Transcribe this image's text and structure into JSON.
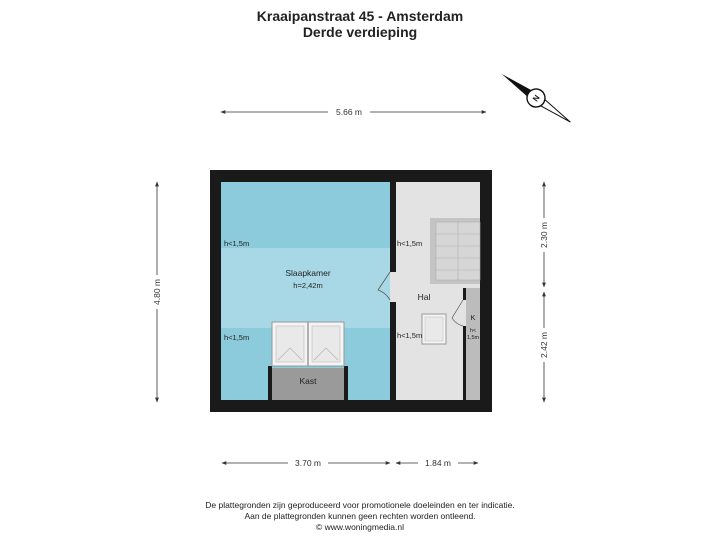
{
  "header": {
    "address": "Kraaipanstraat 45 - Amsterdam",
    "floor": "Derde verdieping"
  },
  "dimensions": {
    "top_width": "5.66 m",
    "left_height": "4.80 m",
    "right_upper": "2.30 m",
    "right_lower": "2.42 m",
    "bottom_left": "3.70 m",
    "bottom_right": "1.84 m"
  },
  "rooms": {
    "slaapkamer": {
      "name": "Slaapkamer",
      "height": "h=2,42m"
    },
    "hal": {
      "name": "Hal"
    },
    "kast": {
      "name": "Kast"
    },
    "k": {
      "name": "K",
      "height_1": "h<",
      "height_2": "1,5m"
    }
  },
  "height_notes": {
    "slaap_top": "h<1,5m",
    "slaap_bottom": "h<1,5m",
    "hal_top": "h<1,5m",
    "hal_bottom": "h<1,5m"
  },
  "compass": {
    "letter": "N"
  },
  "colors": {
    "wall": "#1a1a1a",
    "bedroom": "#a8d8e5",
    "bedroom_low": "#8ccbdc",
    "hal": "#e3e3e3",
    "kast": "#9a9a9a",
    "stair": "#c4c4c4"
  },
  "footer": {
    "line1": "De plattegronden zijn geproduceerd voor promotionele doeleinden en ter indicatie.",
    "line2": "Aan de plattegronden kunnen geen rechten worden ontleend.",
    "line3": "© www.woningmedia.nl"
  }
}
